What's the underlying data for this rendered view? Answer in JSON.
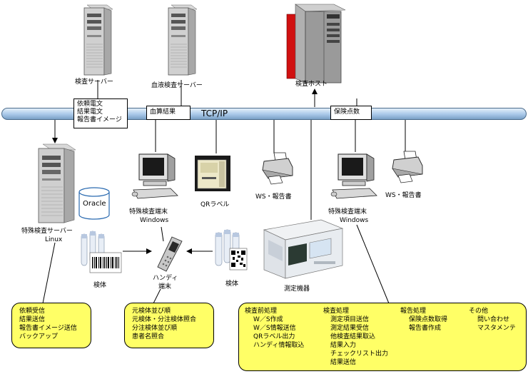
{
  "colors": {
    "bus": "#a8c8e8",
    "note": "#ffff66",
    "host_red": "#d01010"
  },
  "network": {
    "label": "TCP/IP"
  },
  "servers": {
    "inspection": "検査サーバー",
    "blood": "血液検査サーバー",
    "host": "検査ホスト",
    "special_name": "特殊検査サーバー",
    "special_os": "Linux",
    "db": "Oracle"
  },
  "boxes": {
    "inspection_msgs": [
      "依頼電文",
      "結果電文",
      "報告書イメージ"
    ],
    "blood_result": "血算結果",
    "insurance": "保険点数"
  },
  "devices": {
    "terminal1_name": "特殊検査端末",
    "terminal1_os": "Windows",
    "qr_label": "QRラベル",
    "printer1": "WS・報告書",
    "terminal2_name": "特殊検査端末",
    "terminal2_os": "Windows",
    "printer2": "WS・報告書",
    "specimen1": "検体",
    "handy": [
      "ハンディ",
      "端末"
    ],
    "specimen2": "検体",
    "analyzer": "測定機器"
  },
  "notes": {
    "server": [
      "依頼受信",
      "結果送信",
      "報告書イメージ送信",
      "バックアップ"
    ],
    "handy": [
      "元検体並び順",
      "元検体・分注検体照合",
      "分注検体並び順",
      "患者名照合"
    ],
    "processing": {
      "pre_title": "検査前処理",
      "pre_items": [
        "W／S作成",
        "W／S情報送信",
        "QRラベル出力",
        "ハンディ情報取込"
      ],
      "exam_title": "検査処理",
      "exam_items": [
        "測定項目送信",
        "測定結果受信",
        "他検査結果取込",
        "結果入力",
        "チェックリスト出力",
        "結果送信"
      ],
      "report_title": "報告処理",
      "report_items": [
        "保険点数取得",
        "報告書作成"
      ],
      "other_title": "その他",
      "other_items": [
        "問い合わせ",
        "マスタメンテ"
      ]
    }
  }
}
